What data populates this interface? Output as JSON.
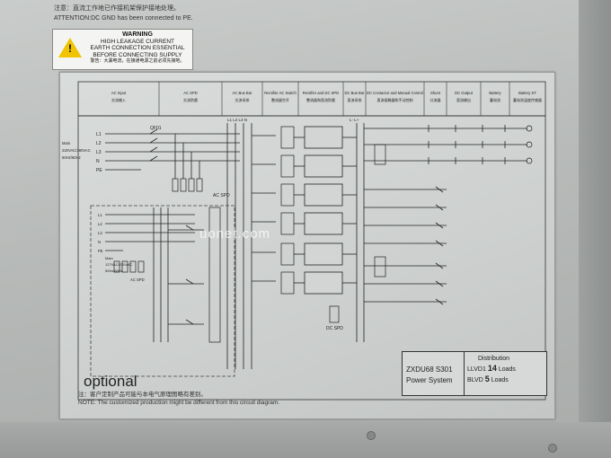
{
  "top_notes": {
    "line1": "注意：直流工作地已作接机架保护接地处理。",
    "line2": "ATTENTION:DC GND has been connected to PE."
  },
  "warning": {
    "title": "WARNING",
    "line1": "HIGH LEAKAGE CURRENT",
    "line2": "EARTH CONNECTION ESSENTIAL",
    "line3": "BEFORE CONNECTING SUPPLY",
    "line4": "警告：大漏电流，在接通电源之前必须先接地。",
    "icon": "warning-triangle-icon"
  },
  "header_columns": [
    {
      "en": "AC Input",
      "zh": "交流输入"
    },
    {
      "en": "AC SPD",
      "zh": "交流防雷"
    },
    {
      "en": "AC Bus Bar",
      "zh": "交流母排"
    },
    {
      "en": "Rectifier AC Switch",
      "zh": "整流器空开"
    },
    {
      "en": "Rectifier and DC SPD",
      "zh": "整流器和直流防雷"
    },
    {
      "en": "DC Bus Bar",
      "zh": "直流母排"
    },
    {
      "en": "DC Contactor and Manual Control",
      "zh": "直流接触器和手动控制"
    },
    {
      "en": "Shunt",
      "zh": "分流器"
    },
    {
      "en": "DC Output",
      "zh": "直流输出"
    },
    {
      "en": "Battery",
      "zh": "蓄电池"
    },
    {
      "en": "Battery ST",
      "zh": "蓄电池温度传感器"
    }
  ],
  "diagram": {
    "main_label1": "Main",
    "main_label2": "220VAC/380VAC",
    "main_label3": "50Hz/60Hz",
    "main2_label1": "Main",
    "main2_label2": "127VAC/220VAC",
    "main2_label3": "50Hz/60Hz",
    "lines": [
      "L1",
      "L2",
      "L3",
      "N",
      "PE"
    ],
    "qf_main": "QF01",
    "ac_spd": "AC SPD",
    "dc_spd": "DC SPD",
    "top_bus": "L1  L2  L3  N",
    "dc_labels": [
      "L-",
      "L+"
    ]
  },
  "optional_label": "optional",
  "notes": {
    "line1": "注：客户定制产品可能与本电气原理图略有差别。",
    "line2": "NOTE: The customized production might  be  different from this circuit diagram."
  },
  "infobox": {
    "model": "ZXDU68 S301",
    "system": "Power System",
    "distribution": "Distribution",
    "llvd": "LLVD1",
    "llvd_count": "14",
    "blvd": "BLVD",
    "blvd_count": "5",
    "loads": "Loads"
  },
  "watermark": "uonet.com"
}
